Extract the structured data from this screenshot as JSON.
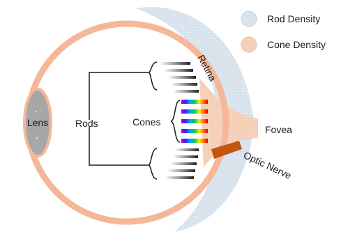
{
  "legend": {
    "items": [
      {
        "label": "Rod Density",
        "color": "#dbe6ef"
      },
      {
        "label": "Cone Density",
        "color": "#f7d2bc"
      }
    ]
  },
  "labels": {
    "lens": "Lens",
    "rods": "Rods",
    "cones": "Cones",
    "retina": "Retina",
    "fovea": "Fovea",
    "optic_nerve": "Optic Nerve"
  },
  "colors": {
    "eye_outline": "#f4b898",
    "rod_density": "#dbe6ef",
    "cone_density": "#f7d2bc",
    "lens": "#a7a7a7",
    "optic_nerve": "#c0560f"
  },
  "cone_spectrum": [
    "#b400c8",
    "#3a20ff",
    "#00a8ff",
    "#00c850",
    "#ffe600",
    "#ff7a00",
    "#e80000"
  ]
}
